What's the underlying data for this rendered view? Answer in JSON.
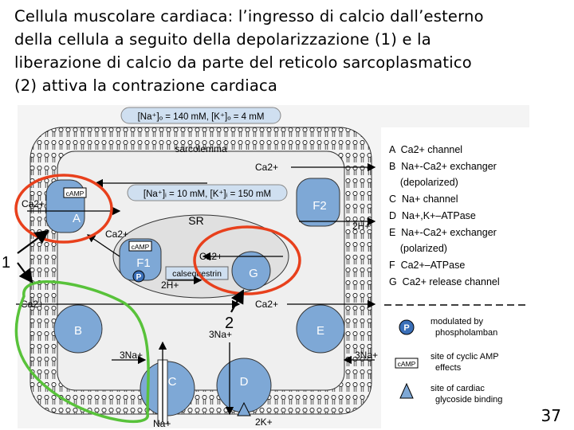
{
  "title_lines": [
    "Cellula muscolare cardiaca: l’ingresso di calcio dall’esterno",
    "della cellula a seguito della depolarizzazione (1) e la",
    "liberazione di calcio da parte del reticolo sarcoplasmatico",
    "(2) attiva la contrazione cardiaca"
  ],
  "page_number": "37",
  "diagram": {
    "top_conc": "[Na⁺]ₒ = 140 mM, [K⁺]ₒ = 4 mM",
    "inner_conc": "[Na⁺]ᵢ = 10 mM, [K⁺]ᵢ = 150 mM",
    "sarcolemma": "sarcolemma",
    "sr": "SR",
    "calsequestrin": "calsequestrin",
    "camp": "cAMP",
    "p": "P",
    "ca2": "Ca2+",
    "h2": "2H+",
    "na3": "3Na+",
    "na": "Na+",
    "k2": "2K+",
    "channels": {
      "A": "A",
      "B": "B",
      "C": "C",
      "D": "D",
      "E": "E",
      "F1": "F1",
      "F2": "F2",
      "G": "G"
    },
    "annotations": {
      "one": "1",
      "two": "2"
    }
  },
  "legend": {
    "items": [
      "A  Ca2+ channel",
      "B  Na+-Ca2+ exchanger",
      "    (depolarized)",
      "C  Na+ channel",
      "D  Na+,K+–ATPase",
      "E  Na+-Ca2+ exchanger",
      "    (polarized)",
      "F  Ca2+–ATPase",
      "G  Ca2+ release channel"
    ],
    "key": [
      {
        "symbol": "P",
        "text": [
          "modulated by",
          "phospholamban"
        ]
      },
      {
        "symbol": "cAMP",
        "text": [
          "site of cyclic AMP",
          "effects"
        ]
      },
      {
        "symbol": "triangle",
        "text": [
          "site of cardiac",
          "glycoside binding"
        ]
      }
    ]
  },
  "colors": {
    "channel": "#7ea8d6",
    "membrane": "#ffffff",
    "cytoplasm": "#e8e8e8",
    "box": "#cfdff0",
    "red": "#e8401c",
    "green": "#58c23a"
  }
}
